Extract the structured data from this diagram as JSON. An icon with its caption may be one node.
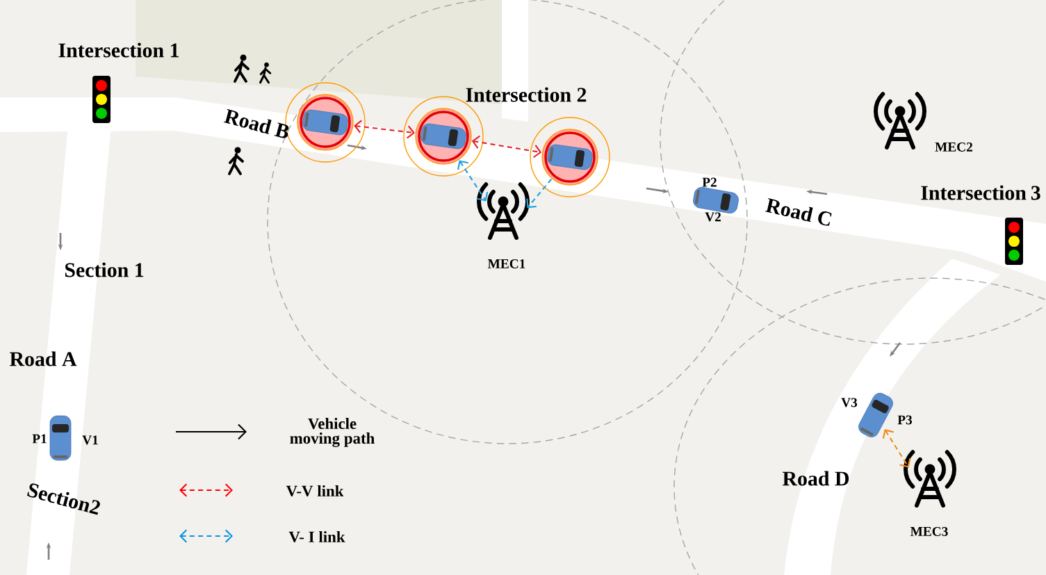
{
  "diagram": {
    "nodes": [
      {
        "text": [],
        "shape": "picture"
      },
      {
        "text": [],
        "shape": "picture"
      },
      {
        "text": [],
        "shape": "picture"
      },
      {
        "text": [
          "MEC2"
        ]
      },
      {
        "text": [],
        "shape": "picture",
        "beside": [
          "P2",
          "V2"
        ]
      },
      {
        "text": [
          "MEC1"
        ]
      },
      {
        "text": [],
        "shape": "picture",
        "beside": [
          "V3",
          "P3"
        ]
      },
      {
        "text": [],
        "shape": "picture",
        "beside": [
          "P1",
          "V1"
        ]
      },
      {
        "text": [
          "MEC3"
        ]
      }
    ],
    "edges": [
      {
        "from": 0,
        "to": 1,
        "arrow": "both",
        "style": "dashed",
        "color": "#e8202a"
      },
      {
        "from": 1,
        "to": 2,
        "arrow": "both",
        "style": "dashed",
        "color": "#e8202a"
      },
      {
        "from": 1,
        "to": 5,
        "arrow": "both",
        "style": "dashed",
        "color": "#1ea0e0"
      },
      {
        "from": 2,
        "to": 5,
        "arrow": "to",
        "style": "dashed",
        "color": "#1ea0e0"
      },
      {
        "from": 6,
        "to": 8,
        "arrow": "both",
        "style": "dashed",
        "color": "#f08a20"
      }
    ],
    "labels": [
      "Intersection 1",
      "Intersection 2",
      "Road B",
      "Intersection 3",
      "Road C",
      "Section 1",
      "Road A",
      "Road D",
      "Section2"
    ],
    "legend": [
      {
        "text": "Vehicle moving path"
      },
      {
        "text": "V-V link"
      },
      {
        "text": "V- I link"
      }
    ]
  }
}
